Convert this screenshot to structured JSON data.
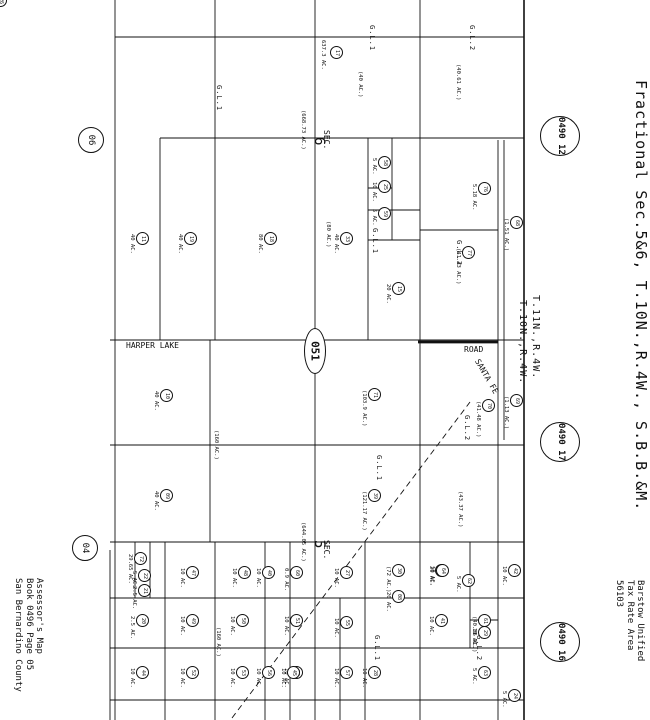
{
  "title": "Fractional Sec.5&6, T.10N.,R.4W., S.B.B.&M.",
  "township_label": "T.11N.,R.4W.",
  "township_label_2": "T.10N.,R.4W.",
  "tax_rate_area": {
    "line1": "Barstow Unified",
    "line2": "Tax Rate Area",
    "line3": "56103"
  },
  "assessor_block": {
    "line1": "Assessor's Map",
    "line2": "Book 0496 Page 05",
    "line3": "San Bernardino County"
  },
  "page_circle": "051",
  "neighbor_pages": [
    {
      "id": "n06",
      "label": "06"
    },
    {
      "id": "n04",
      "label": "04"
    }
  ],
  "book_refs": [
    {
      "id": "b12",
      "top": "0490",
      "bottom": "12"
    },
    {
      "id": "b17",
      "top": "0490",
      "bottom": "17"
    },
    {
      "id": "b16",
      "top": "0490",
      "bottom": "16"
    }
  ],
  "road_labels": {
    "harper": "HARPER LAKE",
    "road": "ROAD",
    "santa_fe": "SANTA FE"
  },
  "section_labels": {
    "sec6_a": "SEC.",
    "sec6_b": "6",
    "sec5_a": "SEC.",
    "sec5_b": "5"
  },
  "gl_labels": [
    "G.L.1",
    "G.L.2",
    "G.L.1",
    "G.L.1",
    "G.L.2",
    "G.L.1",
    "G.L.2",
    "G.L.1",
    "G.L.2"
  ],
  "dims": [
    "(668.73 AC.)",
    "(160 AC.)",
    "(644.05 AC.)",
    "(160 AC.)",
    "637.3 AC."
  ],
  "parcels": [
    {
      "id": "17",
      "acre": ""
    },
    {
      "id": "",
      "acre": "(40.61 AC.)"
    },
    {
      "id": "",
      "acre": "(40 AC.)"
    },
    {
      "id": "",
      "acre": "(80 AC.)"
    },
    {
      "id": "11",
      "acre": "40 AC."
    },
    {
      "id": "19",
      "acre": "40 AC."
    },
    {
      "id": "18",
      "acre": "80 AC."
    },
    {
      "id": "33",
      "acre": "40 AC."
    },
    {
      "id": "15",
      "acre": "20 AC."
    },
    {
      "id": "58",
      "acre": "5 AC."
    },
    {
      "id": "25",
      "acre": "10 AC."
    },
    {
      "id": "59",
      "acre": "5 AC."
    },
    {
      "id": "76",
      "acre": "5.18 AC."
    },
    {
      "id": "77",
      "acre": "(41.43 AC.)"
    },
    {
      "id": "68",
      "acre": "(1.51 AC.)"
    },
    {
      "id": "10",
      "acre": "40 AC."
    },
    {
      "id": "71",
      "acre": "(103.9 AC.)"
    },
    {
      "id": "70",
      "acre": "(41.48 AC.)"
    },
    {
      "id": "69",
      "acre": "(1.13 AC.)"
    },
    {
      "id": "09",
      "acre": "40 AC."
    },
    {
      "id": "39",
      "acre": "(121.17 AC.)"
    },
    {
      "id": "",
      "acre": "(43.37 AC.)"
    },
    {
      "id": "08",
      "acre": "20 AC."
    },
    {
      "id": "47",
      "acre": "10 AC."
    },
    {
      "id": "48",
      "acre": "10 AC."
    },
    {
      "id": "49",
      "acre": "10 AC."
    },
    {
      "id": "50",
      "acre": "10 AC."
    },
    {
      "id": "51",
      "acre": "10 AC."
    },
    {
      "id": "52",
      "acre": "10 AC."
    },
    {
      "id": "53",
      "acre": "10 AC."
    },
    {
      "id": "54",
      "acre": "10 AC."
    },
    {
      "id": "55",
      "acre": "10 AC."
    },
    {
      "id": "27",
      "acre": "10 AC."
    },
    {
      "id": "28",
      "acre": "10 AC."
    },
    {
      "id": "30",
      "acre": "(72 AC.)"
    },
    {
      "id": "23",
      "acre": "20 AC."
    },
    {
      "id": "41",
      "acre": "10 AC."
    },
    {
      "id": "42",
      "acre": "10 AC."
    },
    {
      "id": "62",
      "acre": "5 AC."
    },
    {
      "id": "61",
      "acre": "(40.86 AC.)"
    },
    {
      "id": "63",
      "acre": "5 AC."
    },
    {
      "id": "72",
      "acre": "29.65 AC."
    },
    {
      "id": "22",
      "acre": "5 AC."
    },
    {
      "id": "21",
      "acre": "2.5 AC."
    },
    {
      "id": "20",
      "acre": "2.5 AC."
    },
    {
      "id": "44",
      "acre": "10 AC."
    },
    {
      "id": "45",
      "acre": "10 AC."
    },
    {
      "id": "56",
      "acre": "10 AC."
    },
    {
      "id": "57",
      "acre": "10 AC."
    },
    {
      "id": "29",
      "acre": "10 AC."
    },
    {
      "id": "24",
      "acre": "5 AC."
    },
    {
      "id": "60",
      "acre": "0.9 AC."
    },
    {
      "id": "64",
      "acre": "10 AC."
    },
    {
      "id": "40",
      "acre": "10 AC."
    },
    {
      "id": "26",
      "acre": "10 AC."
    }
  ]
}
